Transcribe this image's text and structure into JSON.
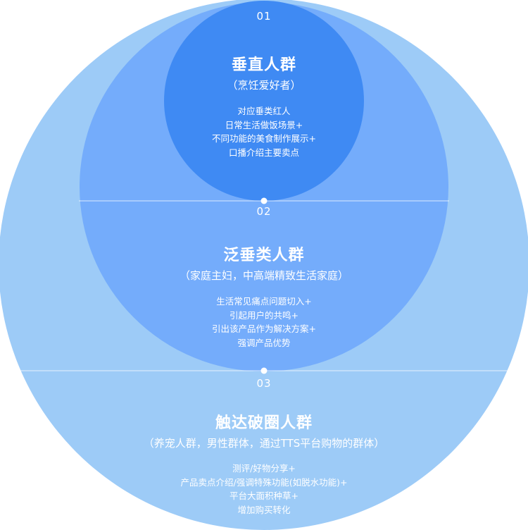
{
  "colors": {
    "outer_circle": "#9dcbf7",
    "middle_circle": "#74acfb",
    "inner_circle": "#3f8af3",
    "text": "#ffffff"
  },
  "layers": [
    {
      "number": "01",
      "title": "垂直人群",
      "subtitle": "（烹饪爱好者）",
      "lines": [
        "对应垂类红人",
        "日常生活做饭场景+",
        "不同功能的美食制作展示+",
        "口播介绍主要卖点"
      ]
    },
    {
      "number": "02",
      "title": "泛垂类人群",
      "subtitle": "（家庭主妇，中高端精致生活家庭）",
      "lines": [
        "生活常见痛点问题切入+",
        "引起用户的共鸣+",
        "引出该产品作为解决方案+",
        "强调产品优势"
      ]
    },
    {
      "number": "03",
      "title": "触达破圈人群",
      "subtitle": "（养宠人群，男性群体，通过TTS平台购物的群体）",
      "lines": [
        "测评/好物分享+",
        "产品卖点介绍/强调特殊功能(如脱水功能)+",
        "平台大面积种草+",
        "增加购买转化"
      ]
    }
  ]
}
